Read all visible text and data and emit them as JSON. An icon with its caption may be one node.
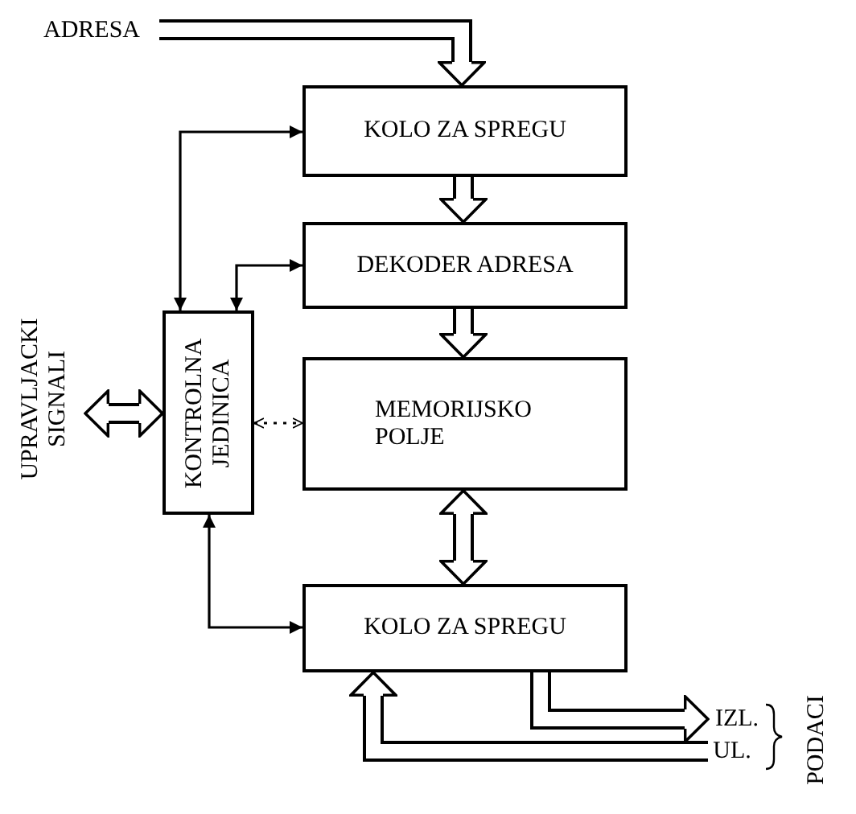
{
  "diagram": {
    "nodes": [
      {
        "text": [
          "ADRESA"
        ]
      },
      {
        "text": [
          "KOLO ZA SPREGU"
        ]
      },
      {
        "text": [
          "DEKODER ADRESA"
        ]
      },
      {
        "text": [
          "MEMORIJSKO POLJE"
        ]
      },
      {
        "text": [
          "KONTROLNA JEDINICA"
        ]
      },
      {
        "text": [
          "KOLO ZA SPREGU"
        ]
      },
      {
        "text": [
          "UPRAVLJACKI SIGNALI"
        ]
      },
      {
        "text": [
          "IZL."
        ]
      },
      {
        "text": [
          "UL."
        ]
      }
    ],
    "edges": [
      {
        "from": 0,
        "to": 1,
        "arrow": "to"
      },
      {
        "from": 1,
        "to": 2,
        "arrow": "to"
      },
      {
        "from": 2,
        "to": 3,
        "arrow": "to"
      },
      {
        "from": 3,
        "to": 5,
        "arrow": "both"
      },
      {
        "from": 4,
        "to": 1,
        "arrow": "both"
      },
      {
        "from": 4,
        "to": 2,
        "arrow": "both"
      },
      {
        "from": 4,
        "to": 3,
        "arrow": "both",
        "style": "dashed"
      },
      {
        "from": 4,
        "to": 5,
        "arrow": "both"
      },
      {
        "from": 6,
        "to": 4,
        "arrow": "both"
      },
      {
        "from": 5,
        "to": 7,
        "arrow": "to"
      },
      {
        "from": 8,
        "to": 5,
        "arrow": "to"
      }
    ],
    "labels": [
      "PODACI"
    ]
  }
}
